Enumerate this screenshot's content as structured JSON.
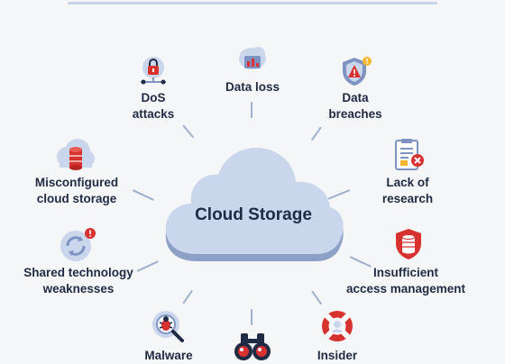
{
  "center": {
    "label": "Cloud Storage"
  },
  "nodes": [
    {
      "id": "dos",
      "line1": "DoS",
      "line2": "attacks",
      "icon": "lock-network-icon"
    },
    {
      "id": "loss",
      "line1": "Data loss",
      "line2": "",
      "icon": "database-chart-icon"
    },
    {
      "id": "breach",
      "line1": "Data",
      "line2": "breaches",
      "icon": "shield-warning-icon"
    },
    {
      "id": "miscfg",
      "line1": "Misconfigured",
      "line2": "cloud storage",
      "icon": "cloud-database-icon"
    },
    {
      "id": "research",
      "line1": "Lack of",
      "line2": "research",
      "icon": "clipboard-error-icon"
    },
    {
      "id": "shared",
      "line1": "Shared technology",
      "line2": "weaknesses",
      "icon": "sync-alert-icon"
    },
    {
      "id": "access",
      "line1": "Insufficient",
      "line2": "access management",
      "icon": "database-shield-icon"
    },
    {
      "id": "malware",
      "line1": "Malware",
      "line2": "",
      "icon": "bug-magnifier-icon"
    },
    {
      "id": "spy",
      "line1": "",
      "line2": "",
      "icon": "binoculars-icon"
    },
    {
      "id": "insider",
      "line1": "Insider",
      "line2": "",
      "icon": "lifebuoy-icon"
    }
  ],
  "colors": {
    "cloud": "#c9d6ec",
    "cloud_shadow": "#8da0c6",
    "accent": "#d7322f",
    "icon_blue": "#7f93c2",
    "text": "#1f2a44"
  }
}
